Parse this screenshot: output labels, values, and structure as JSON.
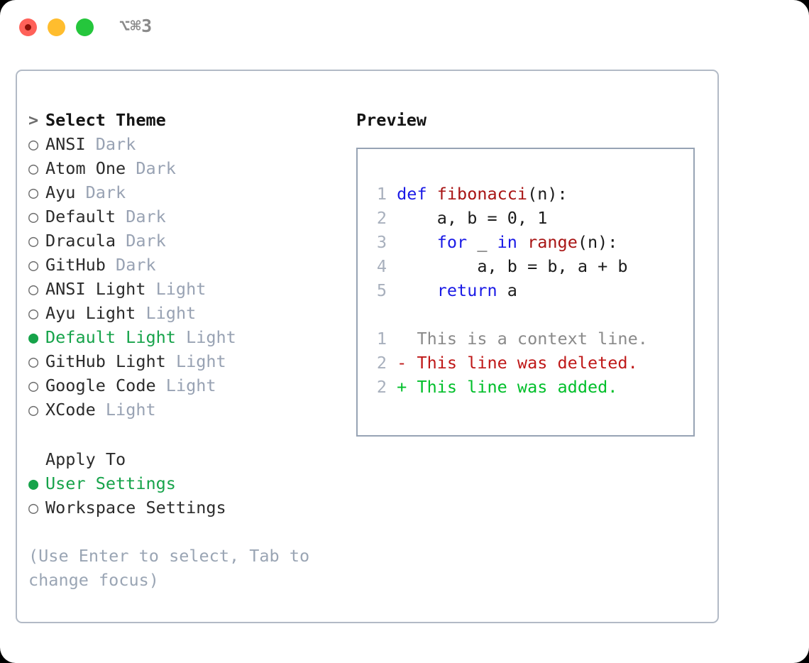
{
  "titlebar": {
    "shortcut": "⌥⌘3",
    "traffic_lights": [
      {
        "name": "close",
        "color": "#ff6159"
      },
      {
        "name": "minimize",
        "color": "#ffbd2e"
      },
      {
        "name": "maximize",
        "color": "#25c63c"
      }
    ]
  },
  "theme_picker": {
    "header_marker": ">",
    "header_label": "Select Theme",
    "marker_unselected": "○",
    "marker_selected": "●",
    "items": [
      {
        "label": "ANSI",
        "tag": "Dark",
        "selected": false
      },
      {
        "label": "Atom One",
        "tag": "Dark",
        "selected": false
      },
      {
        "label": "Ayu",
        "tag": "Dark",
        "selected": false
      },
      {
        "label": "Default",
        "tag": "Dark",
        "selected": false
      },
      {
        "label": "Dracula",
        "tag": "Dark",
        "selected": false
      },
      {
        "label": "GitHub",
        "tag": "Dark",
        "selected": false
      },
      {
        "label": "ANSI Light",
        "tag": "Light",
        "selected": false
      },
      {
        "label": "Ayu Light",
        "tag": "Light",
        "selected": false
      },
      {
        "label": "Default Light",
        "tag": "Light",
        "selected": true
      },
      {
        "label": "GitHub Light",
        "tag": "Light",
        "selected": false
      },
      {
        "label": "Google Code",
        "tag": "Light",
        "selected": false
      },
      {
        "label": "XCode",
        "tag": "Light",
        "selected": false
      }
    ]
  },
  "apply_to": {
    "header_label": "Apply To",
    "items": [
      {
        "label": "User Settings",
        "selected": true
      },
      {
        "label": "Workspace Settings",
        "selected": false
      }
    ]
  },
  "hint": "(Use Enter to select, Tab to change focus)",
  "preview": {
    "title": "Preview",
    "code_lines": [
      {
        "num": "1",
        "segments": [
          {
            "text": "def ",
            "style": "kw"
          },
          {
            "text": "fibonacci",
            "style": "fn"
          },
          {
            "text": "(n):",
            "style": "plain"
          }
        ]
      },
      {
        "num": "2",
        "segments": [
          {
            "text": "    a, b = 0, 1",
            "style": "plain"
          }
        ]
      },
      {
        "num": "3",
        "segments": [
          {
            "text": "    ",
            "style": "plain"
          },
          {
            "text": "for",
            "style": "kw"
          },
          {
            "text": " _ ",
            "style": "plain"
          },
          {
            "text": "in ",
            "style": "kw"
          },
          {
            "text": "range",
            "style": "fn"
          },
          {
            "text": "(n):",
            "style": "plain"
          }
        ]
      },
      {
        "num": "4",
        "segments": [
          {
            "text": "        a, b = b, a + b",
            "style": "plain"
          }
        ]
      },
      {
        "num": "5",
        "segments": [
          {
            "text": "    ",
            "style": "plain"
          },
          {
            "text": "return",
            "style": "kw"
          },
          {
            "text": " a",
            "style": "plain"
          }
        ]
      }
    ],
    "diff_lines": [
      {
        "num": "1",
        "text": "  This is a context line.",
        "style": "d-ctx"
      },
      {
        "num": "2",
        "text": "- This line was deleted.",
        "style": "d-del"
      },
      {
        "num": "2",
        "text": "+ This line was added.",
        "style": "d-add"
      }
    ]
  },
  "colors": {
    "accent_selected": "#16a34a",
    "muted_tag": "#98a2b3",
    "hint": "#9aa5b4",
    "border": "#b2bac6",
    "preview_border": "#97a3b4",
    "keyword": "#1a1ae6",
    "function": "#a81414",
    "diff_add": "#00bf2a",
    "diff_del": "#bf1818",
    "line_number": "#a8b0bd"
  }
}
